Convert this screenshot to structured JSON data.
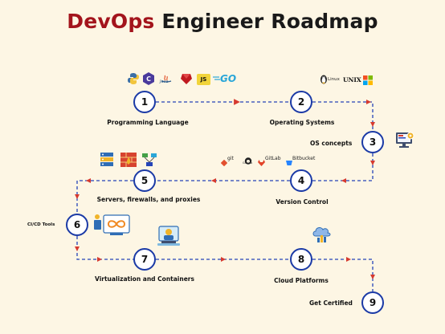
{
  "title": {
    "part1": "DevOps",
    "part2": " Engineer Roadmap"
  },
  "colors": {
    "title_accent": "#a3141c",
    "node_border": "#1b3aa6",
    "arrow": "#d63a2f",
    "dashed_line": "#2544b8",
    "background": "#fdf6e4"
  },
  "steps": [
    {
      "number": "1",
      "label": "Programming Language"
    },
    {
      "number": "2",
      "label": "Operating Systems"
    },
    {
      "number": "3",
      "label": "OS concepts"
    },
    {
      "number": "4",
      "label": "Version Control"
    },
    {
      "number": "5",
      "label": "Servers, firewalls, and proxies"
    },
    {
      "number": "6",
      "label": "CI/CD Tools"
    },
    {
      "number": "7",
      "label": "Virtualization and Containers"
    },
    {
      "number": "8",
      "label": "Cloud Platforms"
    },
    {
      "number": "9",
      "label": "Get Certified"
    }
  ],
  "logos": {
    "programming": {
      "java": "Java",
      "js": "JS",
      "go": "GO",
      "icons": [
        "python-icon",
        "csharp-icon",
        "java-icon",
        "ruby-icon",
        "js-icon",
        "go-icon"
      ]
    },
    "os": {
      "linux": "Linux",
      "unix": "UNIX",
      "icons": [
        "linux-tux-icon",
        "unix-icon",
        "windows-icon"
      ]
    },
    "vcs": {
      "git": "git",
      "github": "GitHub",
      "gitlab": "GitLab",
      "bitbucket": "Bitbucket"
    },
    "other_icons": [
      "computer-settings-icon",
      "server-icon",
      "firewall-icon",
      "proxy-icon",
      "cicd-infinity-icon",
      "containers-icon",
      "cloud-icon"
    ]
  }
}
